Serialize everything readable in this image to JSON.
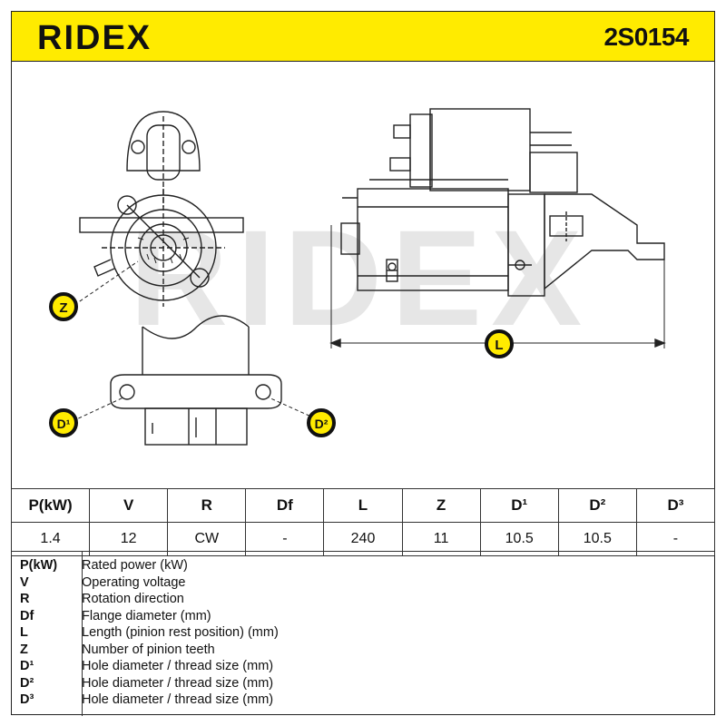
{
  "header": {
    "brand": "RIDEX",
    "part_number": "2S0154",
    "brand_color": "#ffeb00"
  },
  "drawing": {
    "watermark": "RIDEX",
    "labels": {
      "z": "Z",
      "l": "L",
      "d1": "D¹",
      "d2": "D²"
    },
    "bubble_color": "#ffeb00"
  },
  "spec_table": {
    "headers": [
      "P(kW)",
      "V",
      "R",
      "Df",
      "L",
      "Z",
      "D¹",
      "D²",
      "D³"
    ],
    "values": [
      "1.4",
      "12",
      "CW",
      "-",
      "240",
      "11",
      "10.5",
      "10.5",
      "-"
    ]
  },
  "legend": [
    {
      "key": "P(kW)",
      "desc": "Rated power (kW)"
    },
    {
      "key": "V",
      "desc": "Operating voltage"
    },
    {
      "key": "R",
      "desc": "Rotation direction"
    },
    {
      "key": "Df",
      "desc": "Flange diameter (mm)"
    },
    {
      "key": "L",
      "desc": "Length (pinion rest position) (mm)"
    },
    {
      "key": "Z",
      "desc": "Number of pinion teeth"
    },
    {
      "key": "D¹",
      "desc": "Hole diameter / thread size (mm)"
    },
    {
      "key": "D²",
      "desc": "Hole diameter / thread size (mm)"
    },
    {
      "key": "D³",
      "desc": "Hole diameter / thread size (mm)"
    }
  ]
}
